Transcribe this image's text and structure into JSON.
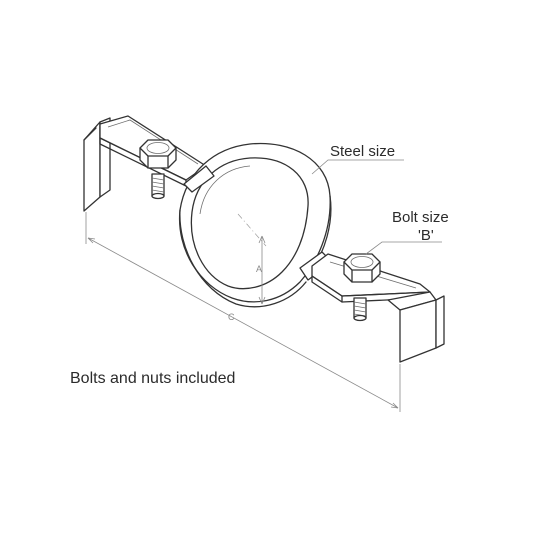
{
  "labels": {
    "steel_size": "Steel size",
    "bolt_size_line1": "Bolt size",
    "bolt_size_line2": "'B'",
    "note": "Bolts and nuts included"
  },
  "dimensions": {
    "a": "A",
    "c": "C"
  },
  "colors": {
    "line": "#333333",
    "dimension": "#8a8a8a",
    "background": "#ffffff"
  }
}
